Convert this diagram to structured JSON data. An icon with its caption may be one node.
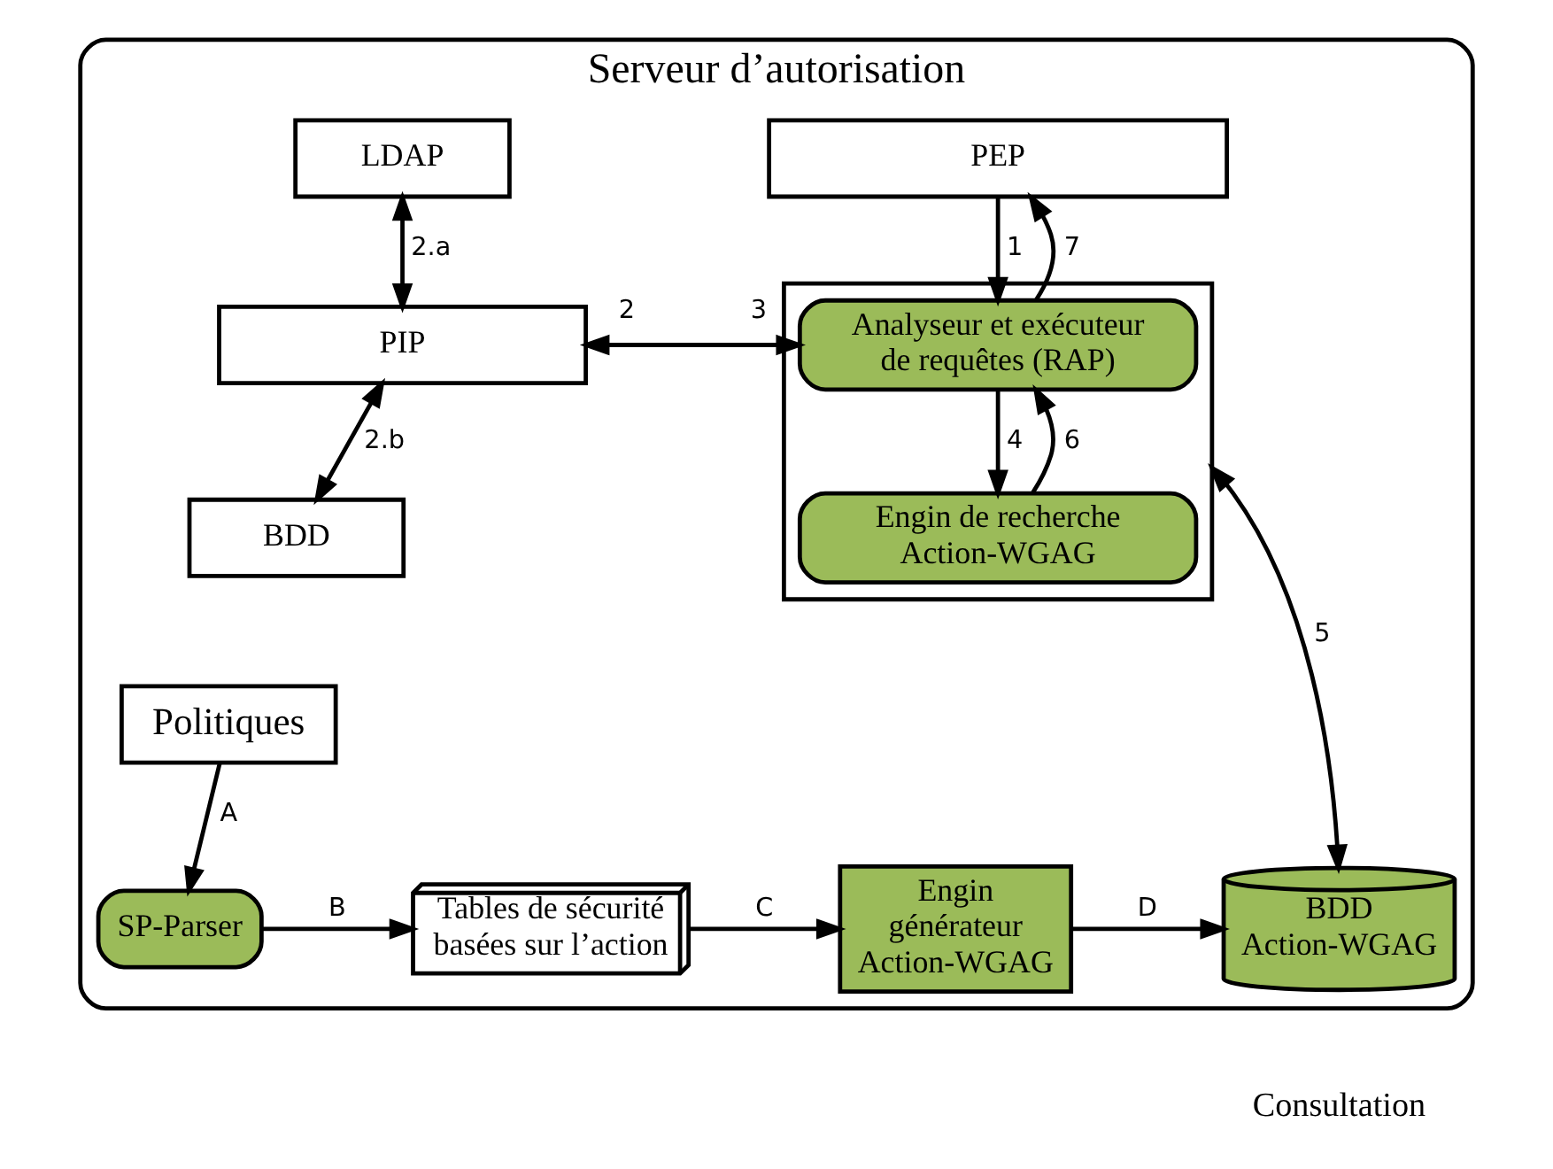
{
  "diagram": {
    "nodes": [
      {
        "text": [
          "Serveur d’autorisation"
        ]
      },
      {
        "text": [
          "PEP"
        ],
        "in": 0
      },
      {
        "text": [],
        "shape": "box",
        "in": 0
      },
      {
        "text": [
          "Analyseur et exécuteur de requêtes (RAP)"
        ],
        "in": 2
      },
      {
        "text": [
          "Engin de recherche Action-WGAG"
        ],
        "in": 2
      },
      {
        "text": [
          "PIP"
        ],
        "in": 0
      },
      {
        "text": [
          "LDAP"
        ],
        "in": 0
      },
      {
        "text": [
          "BDD"
        ],
        "in": 0
      },
      {
        "text": [
          "Politiques"
        ],
        "in": 0
      },
      {
        "text": [
          "SP-Parser"
        ],
        "in": 0
      },
      {
        "text": [
          "Tables de sécurité basées sur l’action"
        ],
        "in": 0
      },
      {
        "text": [
          "Engin générateur Action-WGAG"
        ],
        "in": 0
      },
      {
        "text": [
          "BDD Action-WGAG"
        ],
        "in": 0
      }
    ],
    "edges": [
      {
        "from": 1,
        "to": 3,
        "arrow": "to",
        "label": "1"
      },
      {
        "from": 3,
        "to": 1,
        "arrow": "to",
        "label": "7"
      },
      {
        "from": 3,
        "to": 5,
        "arrow": "to",
        "label": "2"
      },
      {
        "from": 5,
        "to": 3,
        "arrow": "to",
        "label": "3"
      },
      {
        "from": 3,
        "to": 4,
        "arrow": "to",
        "label": "4"
      },
      {
        "from": 4,
        "to": 3,
        "arrow": "to",
        "label": "6"
      },
      {
        "from": 2,
        "to": 12,
        "arrow": "both",
        "label": "5"
      },
      {
        "from": 5,
        "to": 6,
        "arrow": "both",
        "label": "2.a"
      },
      {
        "from": 5,
        "to": 7,
        "arrow": "both",
        "label": "2.b"
      },
      {
        "from": 8,
        "to": 9,
        "arrow": "to",
        "label": "A"
      },
      {
        "from": 9,
        "to": 10,
        "arrow": "to",
        "label": "B"
      },
      {
        "from": 10,
        "to": 11,
        "arrow": "to",
        "label": "C"
      },
      {
        "from": 11,
        "to": 12,
        "arrow": "to",
        "label": "D"
      }
    ],
    "legend": [
      {
        "text": "Consultation"
      }
    ]
  }
}
